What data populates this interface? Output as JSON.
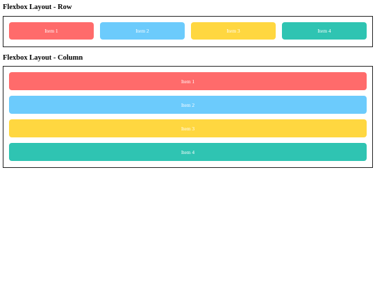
{
  "sections": [
    {
      "title": "Flexbox Layout - Row",
      "items": [
        {
          "label": "Item 1",
          "color": "#ff6b6b"
        },
        {
          "label": "Item 2",
          "color": "#6ccbfc"
        },
        {
          "label": "Item 3",
          "color": "#ffd740"
        },
        {
          "label": "Item 4",
          "color": "#2fc4b2"
        }
      ]
    },
    {
      "title": "Flexbox Layout - Column",
      "items": [
        {
          "label": "Item 1",
          "color": "#ff6b6b"
        },
        {
          "label": "Item 2",
          "color": "#6ccbfc"
        },
        {
          "label": "Item 3",
          "color": "#ffd740"
        },
        {
          "label": "Item 4",
          "color": "#2fc4b2"
        }
      ]
    }
  ]
}
